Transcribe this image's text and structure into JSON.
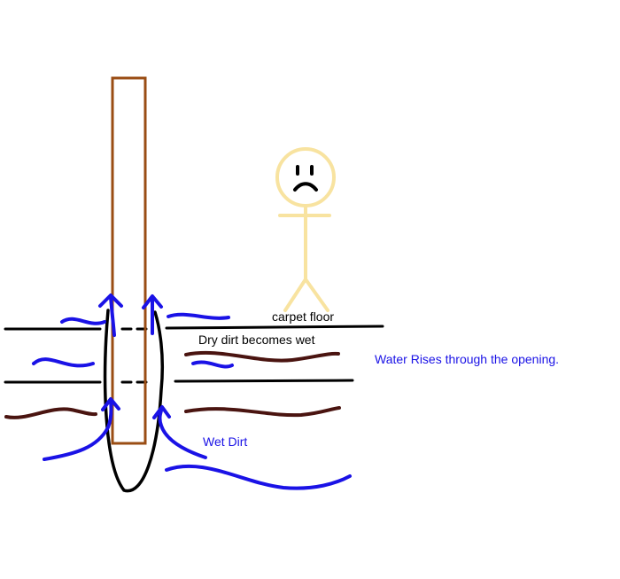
{
  "labels": {
    "carpet_floor": "carpet floor",
    "dry_dirt": "Dry dirt becomes wet",
    "water_rises": "Water Rises through the opening.",
    "wet_dirt": "Wet Dirt"
  },
  "colors": {
    "water": "#1a12e6",
    "dirt": "#4a1410",
    "post": "#9a4d14",
    "person": "#f8e3a0",
    "line": "#000000"
  }
}
